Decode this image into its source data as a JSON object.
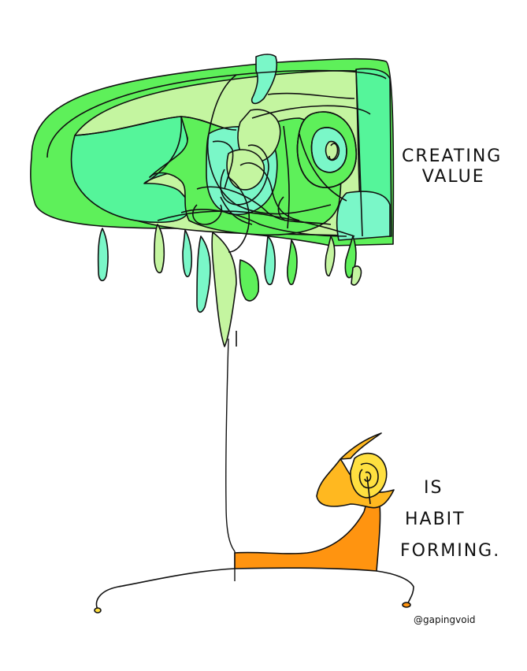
{
  "caption_top": {
    "line1": "CREATING",
    "line2": "VALUE"
  },
  "caption_bottom": {
    "line1": "IS",
    "line2": "HABIT",
    "line3": "FORMING."
  },
  "credit": "@gapingvoid",
  "colors": {
    "green_bright": "#5ef05a",
    "green_mint": "#55f59a",
    "green_pale": "#c4f5a0",
    "green_aqua": "#7af7c8",
    "orange": "#ff9410",
    "orange_light": "#ffb820",
    "yellow": "#ffe040",
    "ink": "#111111"
  }
}
